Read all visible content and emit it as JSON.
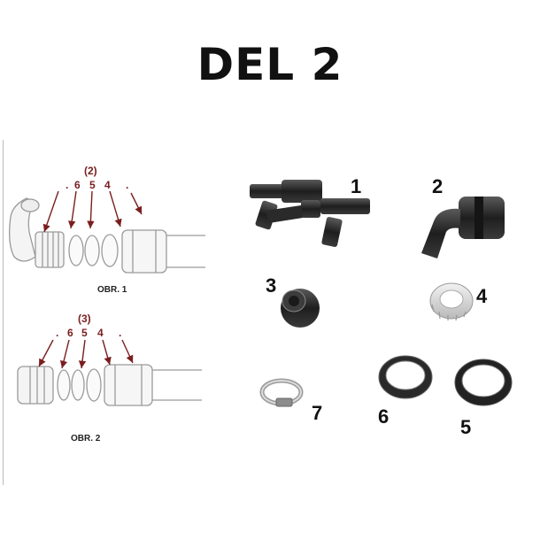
{
  "title": "DEL 2",
  "figure1": {
    "caption": "OBR. 1",
    "group_label": "(2)",
    "labels": [
      ".",
      "6",
      "5",
      "4",
      "."
    ]
  },
  "figure2": {
    "caption": "OBR. 2",
    "group_label": "(3)",
    "labels": [
      ".",
      "6",
      "5",
      "4",
      "."
    ]
  },
  "parts": [
    {
      "number": "1",
      "name": "tee-connector"
    },
    {
      "number": "2",
      "name": "elbow-connector"
    },
    {
      "number": "3",
      "name": "union-nut"
    },
    {
      "number": "4",
      "name": "clamp-ring"
    },
    {
      "number": "5",
      "name": "large-seal-ring"
    },
    {
      "number": "6",
      "name": "small-seal-ring"
    },
    {
      "number": "7",
      "name": "hose-clamp"
    }
  ],
  "colors": {
    "arrow": "#7a1e1e",
    "part": "#2b2b2b",
    "text": "#111111"
  }
}
